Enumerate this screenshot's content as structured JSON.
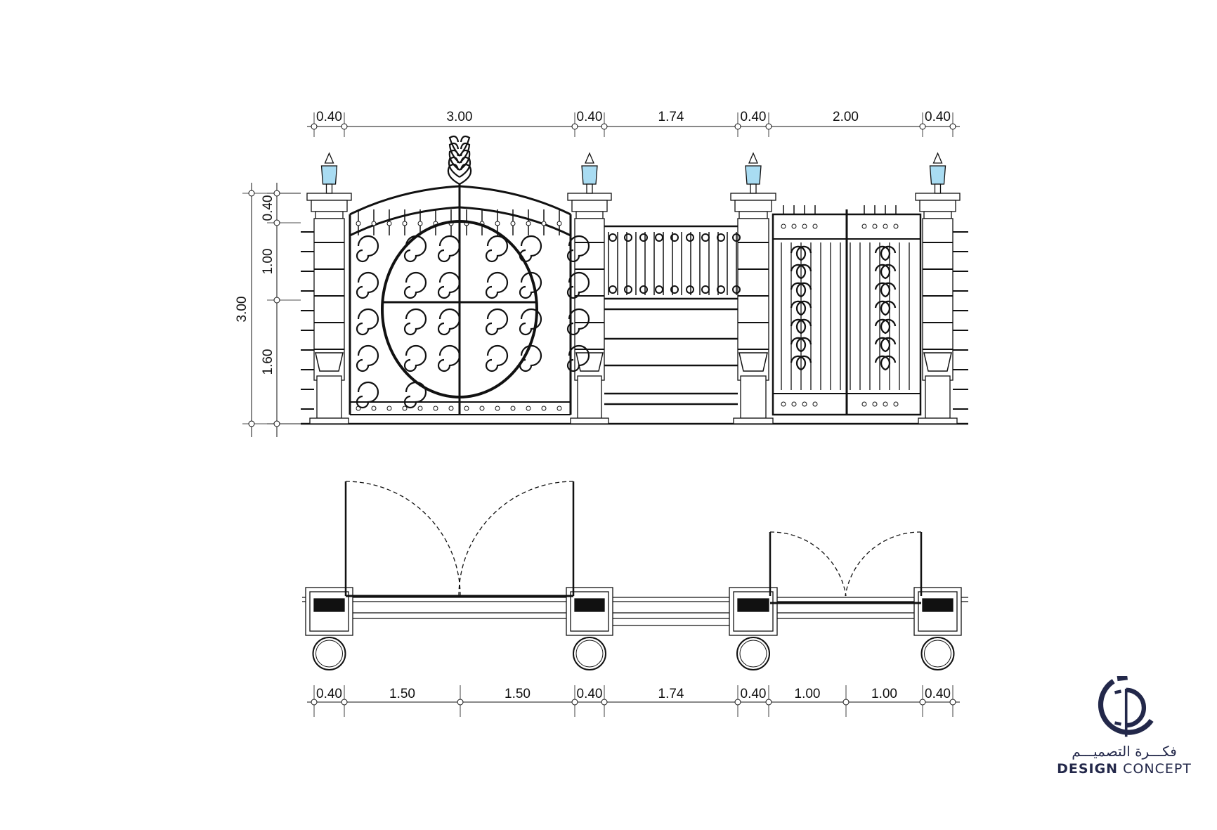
{
  "elevation": {
    "top_dimensions": [
      "0.40",
      "3.00",
      "0.40",
      "1.74",
      "0.40",
      "2.00",
      "0.40"
    ],
    "height_total": "3.00",
    "height_segments": [
      "0.40",
      "1.00",
      "1.60"
    ]
  },
  "plan": {
    "bottom_dimensions": [
      "0.40",
      "1.50",
      "1.50",
      "0.40",
      "1.74",
      "0.40",
      "1.00",
      "1.00",
      "0.40"
    ]
  },
  "logo": {
    "arabic": "فكـــرة التصميـــم",
    "word1": "DESIGN",
    "word2": "CONCEPT",
    "color": "#23284a"
  },
  "colors": {
    "line": "#111111",
    "lamp_glass": "#a9dcf2"
  }
}
